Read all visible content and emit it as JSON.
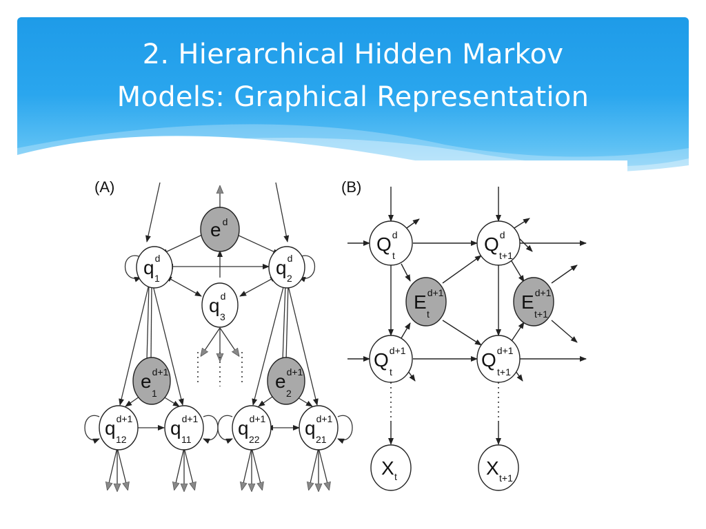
{
  "slide": {
    "title_line1": "2. Hierarchical Hidden Markov",
    "title_line2": "Models: Graphical Representation"
  },
  "diagram": {
    "panel_a": "(A)",
    "panel_b": "(B)",
    "nodes_a": {
      "e_d": {
        "base": "e",
        "sup": "d",
        "sub": ""
      },
      "q1_d": {
        "base": "q",
        "sup": "d",
        "sub": "1"
      },
      "q2_d": {
        "base": "q",
        "sup": "d",
        "sub": "2"
      },
      "q3_d": {
        "base": "q",
        "sup": "d",
        "sub": "3"
      },
      "e1": {
        "base": "e",
        "sup": "d+1",
        "sub": "1"
      },
      "e2": {
        "base": "e",
        "sup": "d+1",
        "sub": "2"
      },
      "q12": {
        "base": "q",
        "sup": "d+1",
        "sub": "12"
      },
      "q11": {
        "base": "q",
        "sup": "d+1",
        "sub": "11"
      },
      "q22": {
        "base": "q",
        "sup": "d+1",
        "sub": "22"
      },
      "q21": {
        "base": "q",
        "sup": "d+1",
        "sub": "21"
      }
    },
    "nodes_b": {
      "Qd_t": {
        "base": "Q",
        "sup": "d",
        "sub": "t"
      },
      "Qd_t1": {
        "base": "Q",
        "sup": "d",
        "sub": "t+1"
      },
      "E_t": {
        "base": "E",
        "sup": "d+1",
        "sub": "t"
      },
      "E_t1": {
        "base": "E",
        "sup": "d+1",
        "sub": "t+1"
      },
      "Q1_t": {
        "base": "Q",
        "sup": "d+1",
        "sub": "t"
      },
      "Q1_t1": {
        "base": "Q",
        "sup": "d+1",
        "sub": "t+1"
      },
      "X_t": {
        "base": "X",
        "sup": "",
        "sub": "t"
      },
      "X_t1": {
        "base": "X",
        "sup": "",
        "sub": "t+1"
      }
    }
  }
}
